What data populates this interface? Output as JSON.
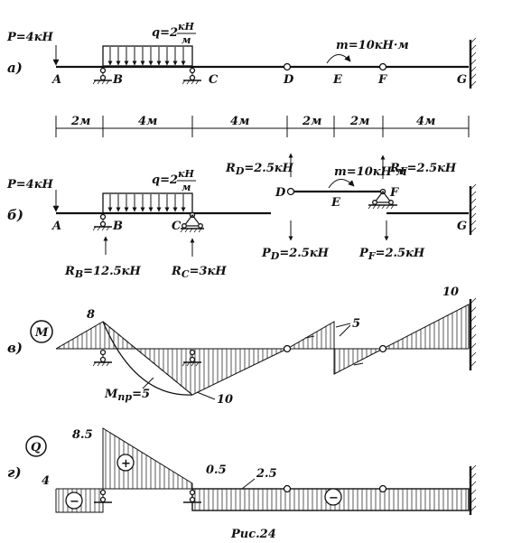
{
  "diagram_a": {
    "tag": "а)",
    "load_P": "P=4кН",
    "load_q_prefix": "q=2",
    "unit_kN": "кН",
    "unit_m": "м",
    "moment_m": "m=10кН·м",
    "points": [
      "A",
      "B",
      "C",
      "D",
      "E",
      "F",
      "G"
    ]
  },
  "dimensions": {
    "segments": [
      "2м",
      "4м",
      "4м",
      "2м",
      "2м",
      "4м"
    ]
  },
  "diagram_b": {
    "tag": "б)",
    "load_P": "P=4кН",
    "load_q_prefix": "q=2",
    "unit_kN": "кН",
    "unit_m": "м",
    "moment_m": "m=10кН·м",
    "RD_top": "R",
    "RD_sub": "D",
    "RD_val": "=2.5кН",
    "RF_top": "R",
    "RF_sub": "F",
    "RF_val": "=2.5кН",
    "PD_top": "P",
    "PD_sub": "D",
    "PD_val": "=2.5кН",
    "PF_top": "P",
    "PF_sub": "F",
    "PF_val": "=2.5кН",
    "RB_top": "R",
    "RB_sub": "B",
    "RB_val": "=12.5кН",
    "RC_top": "R",
    "RC_sub": "C",
    "RC_val": "=3кН",
    "points": [
      "A",
      "B",
      "C",
      "D",
      "E",
      "F",
      "G"
    ]
  },
  "diagram_v": {
    "tag": "в)",
    "circle": "M",
    "val_8": "8",
    "val_10_top": "10",
    "val_10_bottom": "10",
    "val_5": "5",
    "mfr_main": "M",
    "mfr_sub": "пр",
    "mfr_val": "=5"
  },
  "diagram_g": {
    "tag": "г)",
    "circle": "Q",
    "val_4": "4",
    "val_85": "8.5",
    "val_05": "0.5",
    "val_25": "2.5",
    "sign_plus": "+",
    "sign_minus": "−"
  },
  "caption": "Рис.24"
}
